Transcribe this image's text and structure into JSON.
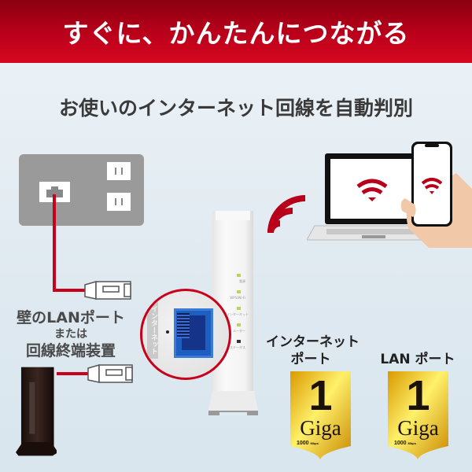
{
  "header": {
    "title": "すぐに、かんたんにつながる"
  },
  "subtitle": "お使いのインターネット回線を自動判別",
  "wall_label": {
    "line1": "壁のLANポート",
    "line2": "または",
    "line3": "回線終端装置"
  },
  "zoom_port": {
    "label": "インターネット"
  },
  "router_leds": [
    {
      "label": "電源"
    },
    {
      "label": "WPS/Wi-Fi"
    },
    {
      "label": "インターネット"
    },
    {
      "label": "ルーター"
    },
    {
      "label": "ステータス"
    }
  ],
  "badges": [
    {
      "title_line1": "インターネット",
      "title_line2": "ポート",
      "number": "1",
      "unit": "Giga",
      "speed": "1000",
      "speed_unit": "Mbps"
    },
    {
      "title_line1": "",
      "title_line2": "LAN ポート",
      "number": "1",
      "unit": "Giga",
      "speed": "1000",
      "speed_unit": "Mbps"
    }
  ],
  "colors": {
    "accent_red": "#c8001a",
    "header_red": "#b8001a",
    "gold": "#e8b810",
    "port_blue": "#1d5fc0"
  },
  "icons": [
    "wifi-signal-icon",
    "laptop-icon",
    "smartphone-icon",
    "lan-jack-icon",
    "power-outlet-icon",
    "lan-cable-plug-icon"
  ]
}
